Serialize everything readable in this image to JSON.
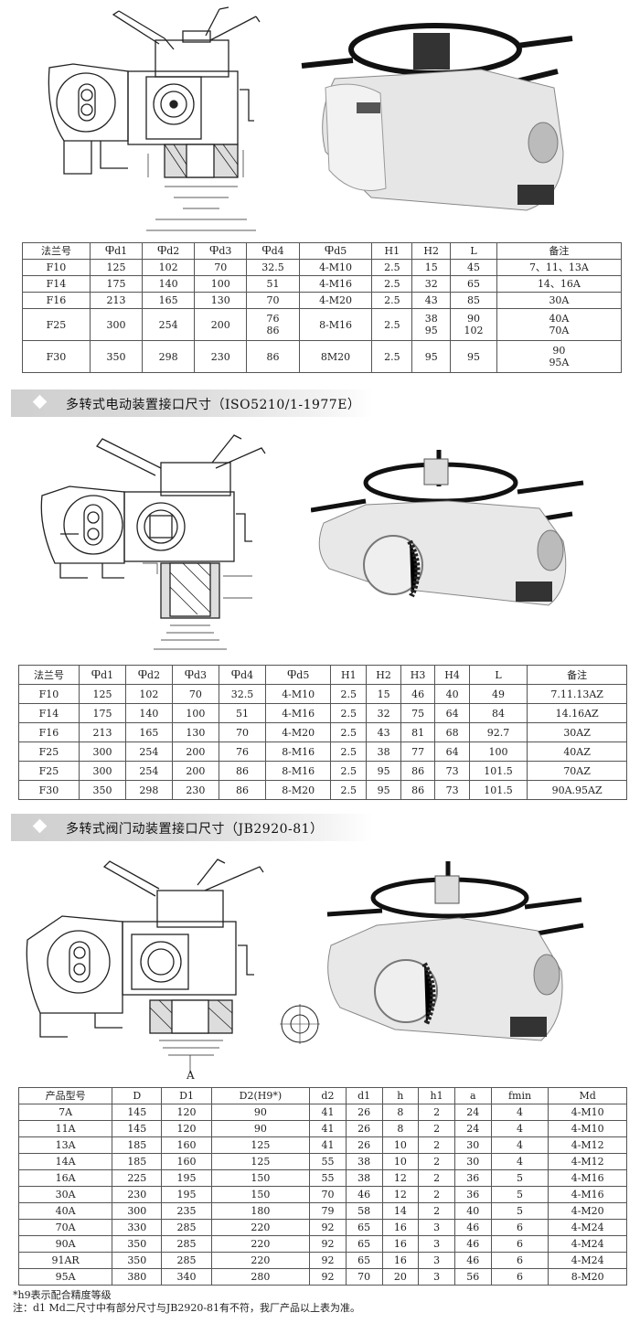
{
  "table1": {
    "headers": [
      "法兰号",
      "Ⴔd1",
      "Ⴔd2",
      "Ⴔd3",
      "Ⴔd4",
      "Ⴔd5",
      "H1",
      "H2",
      "L",
      "备注"
    ],
    "rows": [
      [
        "F10",
        "125",
        "102",
        "70",
        "32.5",
        "4-M10",
        "2.5",
        "15",
        "45",
        "7、11、13A"
      ],
      [
        "F14",
        "175",
        "140",
        "100",
        "51",
        "4-M16",
        "2.5",
        "32",
        "65",
        "14、16A"
      ],
      [
        "F16",
        "213",
        "165",
        "130",
        "70",
        "4-M20",
        "2.5",
        "43",
        "85",
        "30A"
      ],
      [
        "F25",
        "300",
        "254",
        "200",
        "76\n86",
        "8-M16",
        "2.5",
        "38\n95",
        "90\n102",
        "40A\n70A"
      ],
      [
        "F30",
        "350",
        "298",
        "230",
        "86",
        "8M20",
        "2.5",
        "95",
        "95",
        "90\n95A"
      ]
    ]
  },
  "section2": {
    "title": "多转式电动装置接口尺寸（ISO5210/1-1977E）"
  },
  "table2": {
    "headers": [
      "法兰号",
      "Ⴔd1",
      "Ⴔd2",
      "Ⴔd3",
      "Ⴔd4",
      "Ⴔd5",
      "H1",
      "H2",
      "H3",
      "H4",
      "L",
      "备注"
    ],
    "rows": [
      [
        "F10",
        "125",
        "102",
        "70",
        "32.5",
        "4-M10",
        "2.5",
        "15",
        "46",
        "40",
        "49",
        "7.11.13AZ"
      ],
      [
        "F14",
        "175",
        "140",
        "100",
        "51",
        "4-M16",
        "2.5",
        "32",
        "75",
        "64",
        "84",
        "14.16AZ"
      ],
      [
        "F16",
        "213",
        "165",
        "130",
        "70",
        "4-M20",
        "2.5",
        "43",
        "81",
        "68",
        "92.7",
        "30AZ"
      ],
      [
        "F25",
        "300",
        "254",
        "200",
        "76",
        "8-M16",
        "2.5",
        "38",
        "77",
        "64",
        "100",
        "40AZ"
      ],
      [
        "F25",
        "300",
        "254",
        "200",
        "86",
        "8-M16",
        "2.5",
        "95",
        "86",
        "73",
        "101.5",
        "70AZ"
      ],
      [
        "F30",
        "350",
        "298",
        "230",
        "86",
        "8-M20",
        "2.5",
        "95",
        "86",
        "73",
        "101.5",
        "90A.95AZ"
      ]
    ]
  },
  "section3": {
    "title": "多转式阀门动装置接口尺寸（JB2920-81）"
  },
  "table3": {
    "headers": [
      "产品型号",
      "D",
      "D1",
      "D2(H9*)",
      "d2",
      "d1",
      "h",
      "h1",
      "a",
      "fmin",
      "Md"
    ],
    "rows": [
      [
        "7A",
        "145",
        "120",
        "90",
        "41",
        "26",
        "8",
        "2",
        "24",
        "4",
        "4-M10"
      ],
      [
        "11A",
        "145",
        "120",
        "90",
        "41",
        "26",
        "8",
        "2",
        "24",
        "4",
        "4-M10"
      ],
      [
        "13A",
        "185",
        "160",
        "125",
        "41",
        "26",
        "10",
        "2",
        "30",
        "4",
        "4-M12"
      ],
      [
        "14A",
        "185",
        "160",
        "125",
        "55",
        "38",
        "10",
        "2",
        "30",
        "4",
        "4-M12"
      ],
      [
        "16A",
        "225",
        "195",
        "150",
        "55",
        "38",
        "12",
        "2",
        "36",
        "5",
        "4-M16"
      ],
      [
        "30A",
        "230",
        "195",
        "150",
        "70",
        "46",
        "12",
        "2",
        "36",
        "5",
        "4-M16"
      ],
      [
        "40A",
        "300",
        "235",
        "180",
        "79",
        "58",
        "14",
        "2",
        "40",
        "5",
        "4-M20"
      ],
      [
        "70A",
        "330",
        "285",
        "220",
        "92",
        "65",
        "16",
        "3",
        "46",
        "6",
        "4-M24"
      ],
      [
        "90A",
        "350",
        "285",
        "220",
        "92",
        "65",
        "16",
        "3",
        "46",
        "6",
        "4-M24"
      ],
      [
        "91AR",
        "350",
        "285",
        "220",
        "92",
        "65",
        "16",
        "3",
        "46",
        "6",
        "4-M24"
      ],
      [
        "95A",
        "380",
        "340",
        "280",
        "92",
        "70",
        "20",
        "3",
        "56",
        "6",
        "8-M20"
      ]
    ]
  },
  "notes": {
    "line1": "*h9表示配合精度等级",
    "line2": "注：d1 Md二尺寸中有部分尺寸与JB2920-81有不符，我厂产品以上表为准。"
  },
  "drawing_labels": {
    "section_marker": "A"
  },
  "colors": {
    "banner_start": "#cfcfcf",
    "diamond": "#ffffff",
    "border": "#555555"
  }
}
